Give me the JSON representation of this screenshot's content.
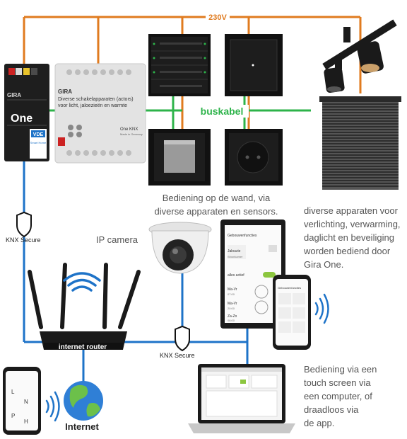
{
  "labels": {
    "power": "230V",
    "bus": "buskabel",
    "ip_camera": "IP camera",
    "knx_secure_left": "KNX Secure",
    "knx_secure_mid": "KNX Secure",
    "router": "internet router",
    "internet": "Internet",
    "wall_caption": [
      "Bediening op de wand, via",
      "diverse apparaten en sensors."
    ],
    "right_caption": [
      "diverse apparaten voor",
      "verlichting, verwarming,",
      "daglicht en beveiliging",
      "worden bediend door",
      "Gira One."
    ],
    "bottom_caption": [
      "Bediening via een",
      "touch screen via",
      "een computer, of",
      "draadloos via",
      "de app."
    ]
  },
  "devices": {
    "gira_one_server": {
      "brand": "GIRA",
      "name": "One",
      "badge": "VDE",
      "badge_sub": "Smart Home"
    },
    "actuator": {
      "brand": "GIRA",
      "line1": "Diverse schakelapparaten (actors)",
      "line2": "voor licht, jaloezieën en warmte",
      "footer": "One KNX",
      "footer_sub": "Made in Germany"
    },
    "touch_panel": {
      "header": "Gebouwenfuncties",
      "room": "Jalouzie",
      "room_sub": "Woonkamer",
      "state": "alles actief",
      "rows": [
        {
          "days": "Ma-Vr",
          "time": "07:00"
        },
        {
          "days": "Ma-Vr",
          "time": "20:00"
        },
        {
          "days": "Za-Zo",
          "time": "08:00"
        }
      ]
    },
    "phone_right": {
      "header": "Gebouwenfuncties"
    },
    "phone_left": {
      "letters": [
        "L",
        "N",
        "P",
        "H"
      ]
    }
  },
  "colors": {
    "power": "#e07b1f",
    "bus": "#2db34a",
    "network": "#1e73c8",
    "device_dark": "#1c1c1c",
    "frame_black": "#111111"
  }
}
